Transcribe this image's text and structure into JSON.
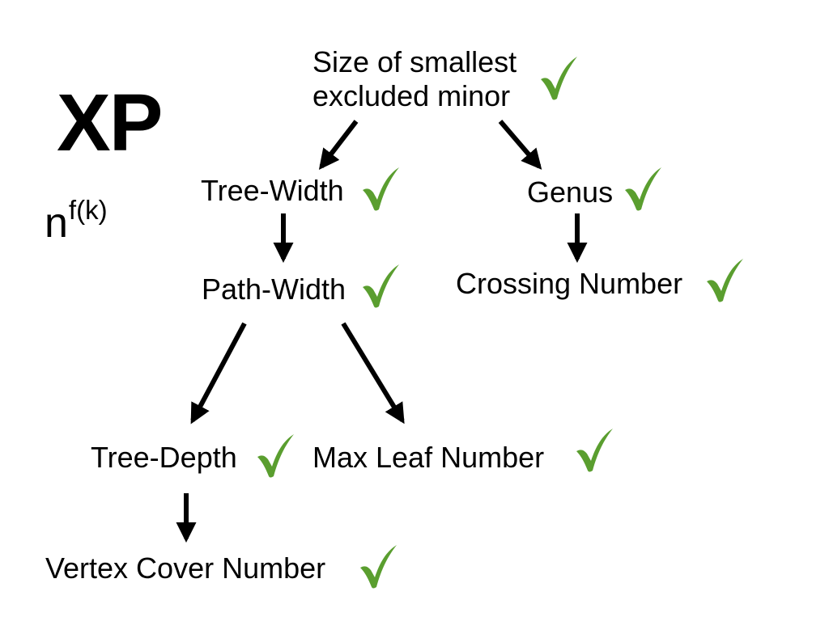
{
  "heading": {
    "title": "XP",
    "formula_base": "n",
    "formula_exponent": "f(k)"
  },
  "nodes": {
    "excluded_minor": {
      "line1": "Size of smallest",
      "line2": "excluded minor"
    },
    "tree_width": "Tree-Width",
    "genus": "Genus",
    "path_width": "Path-Width",
    "crossing_number": "Crossing Number",
    "tree_depth": "Tree-Depth",
    "max_leaf_number": "Max Leaf Number",
    "vertex_cover_number": "Vertex Cover Number"
  },
  "check_icon": "checkmark-icon",
  "colors": {
    "check": "#5a9e2f",
    "arrow": "#000000",
    "text": "#000000",
    "background": "#ffffff"
  }
}
